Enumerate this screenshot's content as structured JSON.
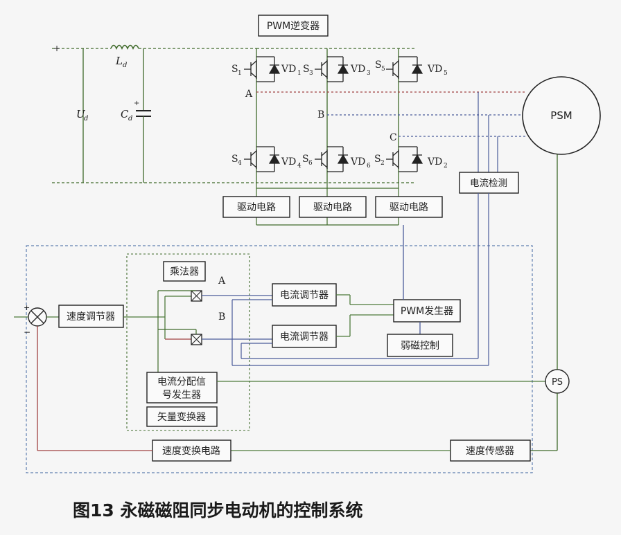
{
  "title": "PWM逆变器",
  "caption": "图13 永磁磁阻同步电动机的控制系统",
  "dc_link": {
    "plus_sign": "+",
    "inductor": "L",
    "inductor_sub": "d",
    "voltage": "U",
    "voltage_sub": "d",
    "capacitor": "C",
    "capacitor_sub": "d",
    "capacitor_plus": "+"
  },
  "switches": {
    "upper": [
      {
        "s": "S",
        "s_sub": "1",
        "vd": "VD",
        "vd_sub": "1"
      },
      {
        "s": "S",
        "s_sub": "3",
        "vd": "VD",
        "vd_sub": "3"
      },
      {
        "s": "S",
        "s_sub": "5",
        "vd": "VD",
        "vd_sub": "5"
      }
    ],
    "lower": [
      {
        "s": "S",
        "s_sub": "4",
        "vd": "VD",
        "vd_sub": "4"
      },
      {
        "s": "S",
        "s_sub": "6",
        "vd": "VD",
        "vd_sub": "6"
      },
      {
        "s": "S",
        "s_sub": "2",
        "vd": "VD",
        "vd_sub": "2"
      }
    ]
  },
  "phases": [
    "A",
    "B",
    "C"
  ],
  "motor": "PSM",
  "position_sensor": "PS",
  "blocks": {
    "drive_circuit": "驱动电路",
    "current_detect": "电流检测",
    "multiplier": "乘法器",
    "speed_regulator": "速度调节器",
    "current_regulator": "电流调节器",
    "pwm_generator": "PWM发生器",
    "field_weakening": "弱磁控制",
    "current_alloc_line1": "电流分配信",
    "current_alloc_line2": "号发生器",
    "vector_transformer": "矢量变换器",
    "speed_convert": "速度变换电路",
    "speed_sensor": "速度传感器"
  },
  "signal_labels": {
    "a": "A",
    "b": "B"
  },
  "summing_signs": {
    "plus": "+",
    "minus": "−"
  },
  "colors": {
    "power": "#3f6a2a",
    "line_blue": "#4a5b9a",
    "line_red": "#a04040",
    "line_green": "#4d7a3a",
    "dashed_blue": "#5f7fb0"
  }
}
